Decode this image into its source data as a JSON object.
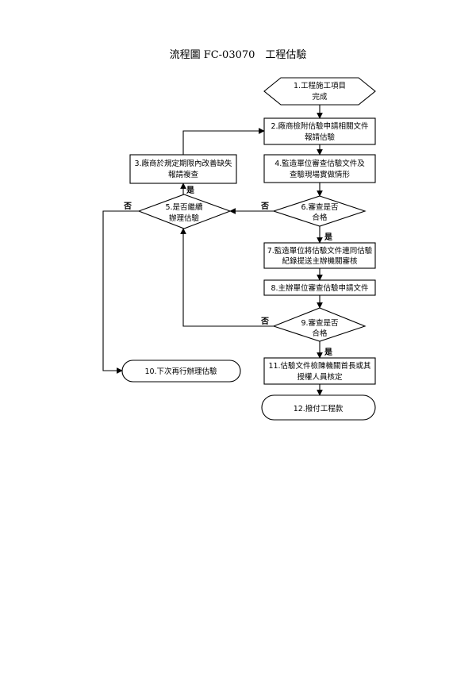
{
  "title": "流程圖 FC-03070　工程估驗",
  "nodes": {
    "n1": [
      "1.工程施工項目",
      "完成"
    ],
    "n2": [
      "2.廠商檢附估驗申請相關文件",
      "報請估驗"
    ],
    "n3": [
      "3.廠商於規定期限內改善缺失",
      "報請複查"
    ],
    "n4": [
      "4.監造單位審查估驗文件及",
      "查驗現場實做情形"
    ],
    "n5": [
      "5.是否繼續",
      "辦理估驗"
    ],
    "n6": [
      "6.審查是否",
      "合格"
    ],
    "n7": [
      "7.監造單位將估驗文件連同估驗",
      "紀錄提送主辦機關審核"
    ],
    "n8": [
      "8.主辦單位審查估驗申請文件"
    ],
    "n9": [
      "9.審查是否",
      "合格"
    ],
    "n10": [
      "10.下次再行辦理估驗"
    ],
    "n11": [
      "11.估驗文件檢陳機關首長或其",
      "授權人員核定"
    ],
    "n12": [
      "12.撥付工程款"
    ]
  },
  "edge_labels": {
    "yes": "是",
    "no": "否"
  },
  "colors": {
    "stroke": "#000000",
    "fill": "#ffffff"
  }
}
